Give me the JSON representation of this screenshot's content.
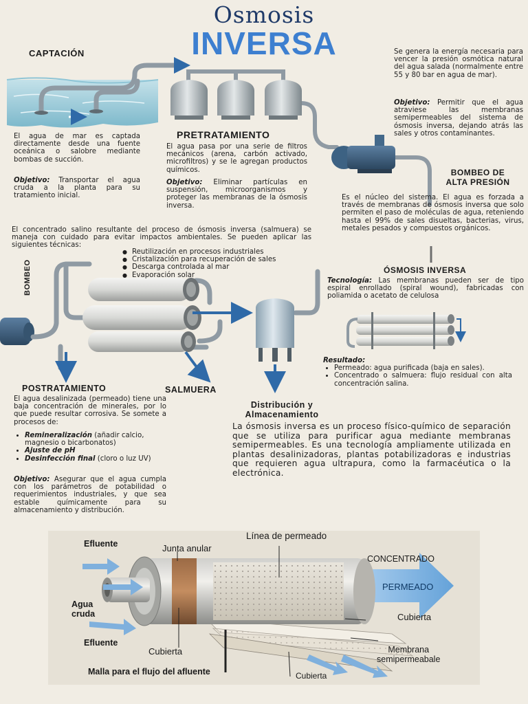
{
  "title": {
    "line1": "Osmosis",
    "line2": "INVERSA"
  },
  "captacion": {
    "heading": "CAPTACIÓN",
    "text": "El agua de mar es captada directamente desde una fuente oceánica o salobre mediante bombas de succión.",
    "objective_label": "Objetivo:",
    "objective_text": "Transportar el agua cruda a la planta para su tratamiento inicial."
  },
  "pretratamiento": {
    "heading": "PRETRATAMIENTO",
    "text": "El agua pasa por una serie de filtros mecánicos (arena, carbón activado, microfiltros) y se le agregan productos químicos.",
    "objective_label": "Objetivo:",
    "objective_text": "Eliminar partículas en suspensión, microorganismos y proteger las membranas de la ósmosis inversa."
  },
  "bombeo": {
    "intro": "Se genera la energía necesaria para vencer la presión osmótica natural del agua salada (normalmente entre 55 y 80 bar en agua de mar).",
    "objective_label": "Objetivo:",
    "objective_text": "Permitir que el agua atraviese las membranas semipermeables del sistema de ósmosis inversa, dejando atrás las sales y otros contaminantes.",
    "heading_line1": "BOMBEO DE",
    "heading_line2": "ALTA PRESIÓN",
    "side_label": "BOMBEO"
  },
  "osmosis": {
    "intro": "Es el núcleo del sistema. El agua es forzada a través de membranas de ósmosis inversa que solo permiten el paso de moléculas de agua, reteniendo hasta el 99% de sales disueltas, bacterias, virus, metales pesados y compuestos orgánicos.",
    "heading": "ÓSMOSIS INVERSA",
    "tech_label": "Tecnología:",
    "tech_text": "Las membranas pueden ser de tipo espiral enrollado (spiral wound), fabricadas con poliamida o acetato de celulosa",
    "result_label": "Resultado:",
    "results": [
      "Permeado: agua purificada (baja en sales).",
      "Concentrado o salmuera: flujo residual con alta concentración salina."
    ]
  },
  "salmuera": {
    "heading": "SALMUERA",
    "intro": "El concentrado salino resultante del proceso de ósmosis inversa (salmuera) se maneja con cuidado para evitar impactos ambientales. Se pueden aplicar las siguientes técnicas:",
    "items": [
      "Reutilización en procesos industriales",
      "Cristalización para recuperación de sales",
      "Descarga controlada al mar",
      "Evaporación solar"
    ]
  },
  "postratamiento": {
    "heading": "POSTRATAMIENTO",
    "intro": "El agua desalinizada (permeado) tiene una baja concentración de minerales, por lo que puede resultar corrosiva. Se somete a procesos de:",
    "items": [
      {
        "label": "Remineralización",
        "text": " (añadir calcio, magnesio o bicarbonatos)"
      },
      {
        "label": "Ajuste de pH",
        "text": ""
      },
      {
        "label": "Desinfección final",
        "text": " (cloro o luz UV)"
      }
    ],
    "objective_label": "Objetivo:",
    "objective_text": "Asegurar que el agua cumpla con los parámetros de potabilidad o requerimientos industriales, y que sea estable químicamente para su almacenamiento y distribución."
  },
  "distribucion": {
    "heading_line1": "Distribución y",
    "heading_line2": "Almacenamiento",
    "text": "La ósmosis inversa es un proceso físico-químico de separación que se utiliza para purificar agua mediante membranas semipermeables. Es una tecnología ampliamente utilizada en plantas desalinizadoras, plantas potabilizadoras e industrias que requieren agua ultrapura, como la farmacéutica o la electrónica."
  },
  "diagram": {
    "labels": {
      "efluente_top": "Efluente",
      "junta": "Junta anular",
      "linea": "Línea de permeado",
      "concentrado": "CONCENTRADO",
      "permeado": "PERMEADO",
      "agua_cruda_1": "Agua",
      "agua_cruda_2": "cruda",
      "efluente_bottom": "Efluente",
      "cubierta_left": "Cubierta",
      "cubierta_right": "Cubierta",
      "membrana_1": "Membrana",
      "membrana_2": "semipermeabale",
      "malla": "Malla para el flujo del afluente",
      "cubierta_bottom": "Cubierta"
    }
  },
  "colors": {
    "title_dark": "#1f3a68",
    "title_blue": "#3d7fd0",
    "pipe": "#8f9aa3",
    "arrow": "#2f6aa8",
    "arrow_light": "#7fb0dd",
    "background": "#f1ede4"
  }
}
